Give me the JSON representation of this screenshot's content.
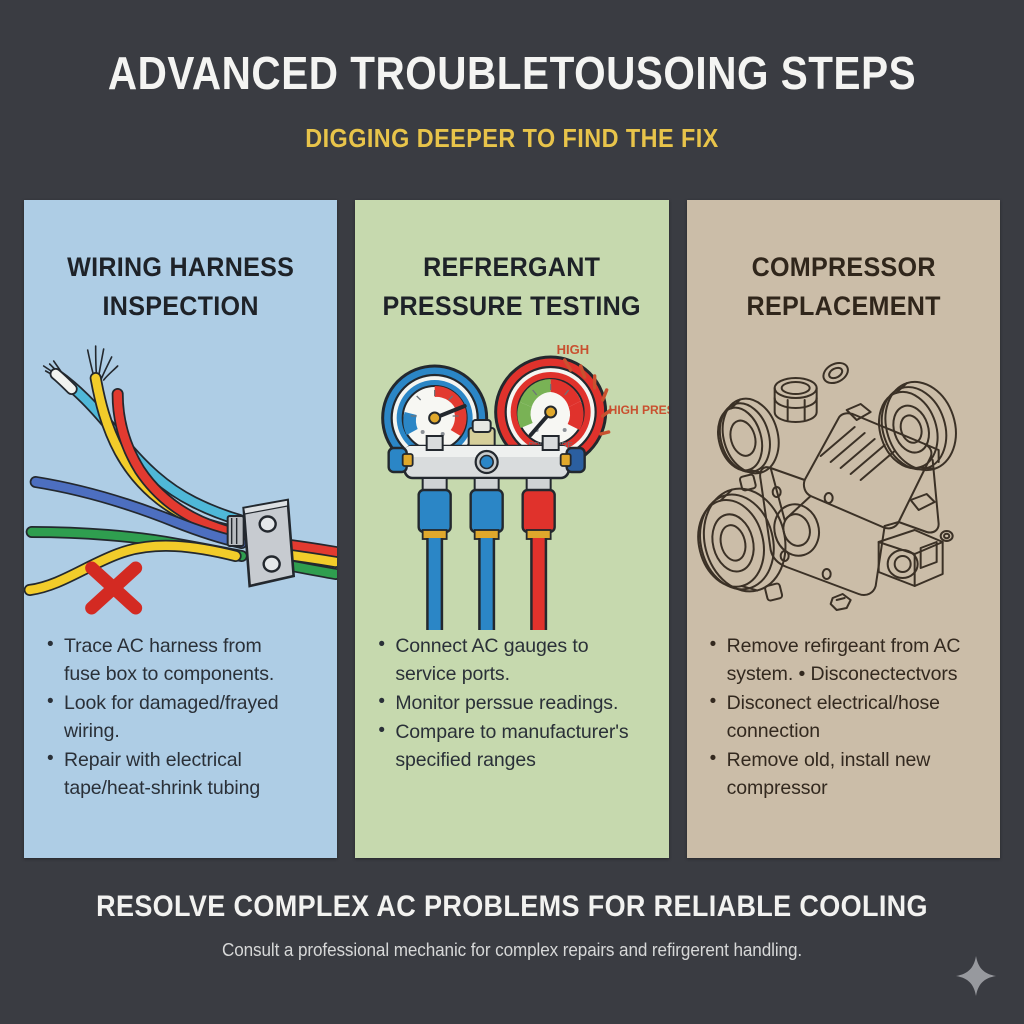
{
  "header": {
    "title": "ADVANCED TROUBLETOUSOING STEPS",
    "subtitle": "DIGGING DEEPER TO FIND THE FIX",
    "title_color": "#f4f4f2",
    "subtitle_color": "#e8c44a",
    "background_color": "#3a3c42"
  },
  "panels": [
    {
      "id": "wiring-harness-inspection",
      "title": "WIRING HARNESS\nINSPECTION",
      "background_color": "#aecde5",
      "illustration": "wiring-harness-illustration",
      "bullets": [
        "Trace AC harness from\nfuse box to components.",
        "Look for damaged/frayed wiring.",
        "Repair with electrical\ntape/heat-shrink tubing"
      ]
    },
    {
      "id": "refrigerant-pressure-testing",
      "title": "REFRERGANT\nPRESSURE TESTING",
      "background_color": "#c6d9ae",
      "illustration": "manifold-gauge-set-illustration",
      "gauge_labels": {
        "high": "HIGH",
        "high_pressure": "HIGH PRESSURE",
        "label_color": "#c9502f",
        "low_gauge_color": "#2b86c6",
        "high_gauge_color": "#e0322c"
      },
      "bullets": [
        "Connect AC gauges to\nservice ports.",
        "Monitor perssue readings.",
        "Compare to manufacturer's\nspecified ranges"
      ]
    },
    {
      "id": "compressor-replacement",
      "title": "COMPRESSOR\nREPLACEMENT",
      "background_color": "#cbbda8",
      "illustration": "ac-compressor-exploded-illustration",
      "bullets": [
        "Remove refirgeant from AC\nsystem.  • Disconectectvors",
        "Disconect electrical/hose connection",
        "Remove old, install new\ncompressor"
      ]
    }
  ],
  "footer": {
    "headline": "RESOLVE COMPLEX AC PROBLEMS FOR RELIABLE COOLING",
    "note": "Consult a professional mechanic for complex repairs and refirgerent handling.",
    "watermark_icon": "sparkle-icon"
  }
}
